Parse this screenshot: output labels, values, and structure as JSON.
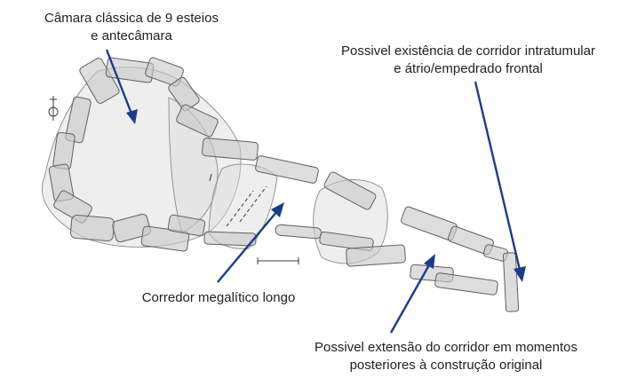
{
  "annotations": {
    "camara": {
      "line1": "Câmara clássica de 9 esteios",
      "line2": "e antecâmara"
    },
    "possivel_corredor": {
      "line1": "Possivel existência de corridor intratumular",
      "line2": "e átrio/empedrado frontal"
    },
    "corredor": {
      "line1": "Corredor megalítico longo"
    },
    "extensao": {
      "line1": "Possivel extensão do corridor em momentos",
      "line2": "posteriores à construção original"
    }
  },
  "colors": {
    "arrow": "#1b3c8a",
    "stone_fill": "#c8c8c8",
    "stone_stroke": "#606060",
    "text": "#1f1f1f"
  }
}
